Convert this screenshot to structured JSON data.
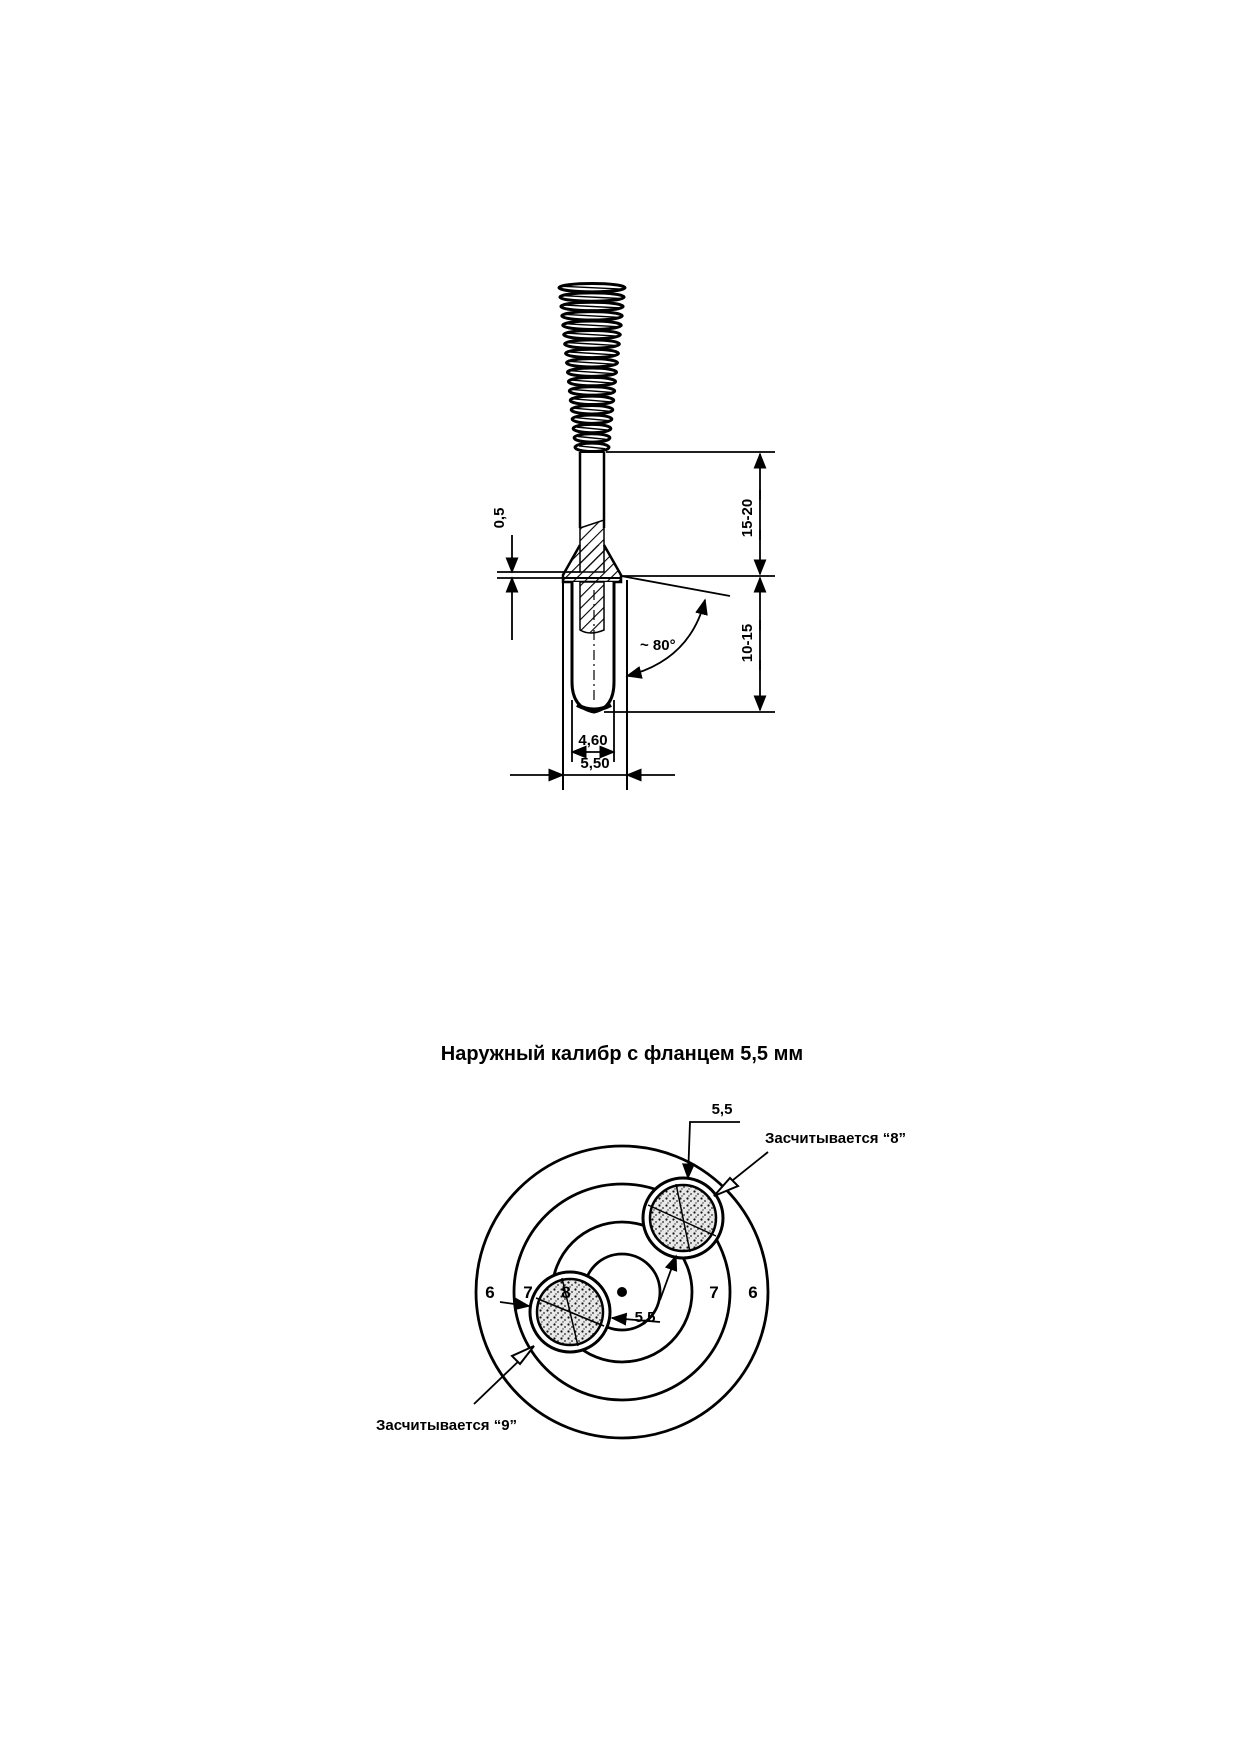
{
  "figure1": {
    "dims": {
      "flange_thickness": "0,5",
      "shank_length": "15-20",
      "head_length": "10-15",
      "angle": "~ 80°",
      "inner_diameter": "4,60",
      "outer_diameter": "5,50"
    }
  },
  "figure2": {
    "title": "Наружный калибр с фланцем 5,5 мм",
    "ring_labels": {
      "left_outer": "6",
      "left_middle": "7",
      "left_inner": "8",
      "right_middle": "7",
      "right_outer": "6"
    },
    "hole_dims": {
      "top": "5,5",
      "bottom": "5,5"
    },
    "callouts": {
      "upper": "Засчитывается “8”",
      "lower": "Засчитывается “9”"
    }
  },
  "colors": {
    "ink": "#000000",
    "paper": "#ffffff",
    "hatch": "#444444"
  }
}
